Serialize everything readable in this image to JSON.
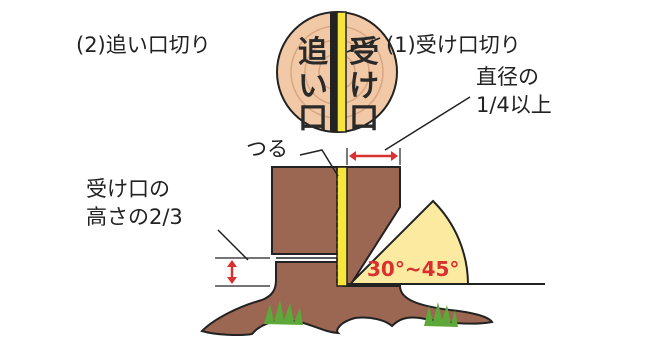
{
  "labels": {
    "back_cut": "(2)追い口切り",
    "face_cut": "(1)受け口切り",
    "hinge": "つる",
    "depth_line1": "直径の",
    "depth_line2": "1/4以上",
    "height_line1": "受け口の",
    "height_line2": "高さの2/3",
    "angle": "30°~45°"
  },
  "stump_section": {
    "left_chars": [
      "追",
      "い",
      "口"
    ],
    "right_chars": [
      "受",
      "け",
      "口"
    ]
  },
  "colors": {
    "background": "#ffffff",
    "wood": "#9c6752",
    "wood_dark": "#7e4f3d",
    "log_face": "#f2c9a6",
    "log_rings": "#d9a682",
    "cut_fill": "#f7e53e",
    "angle_fill": "#fbeaa0",
    "dimension": "#d93030",
    "grass": "#5da838",
    "outline": "#222222"
  }
}
